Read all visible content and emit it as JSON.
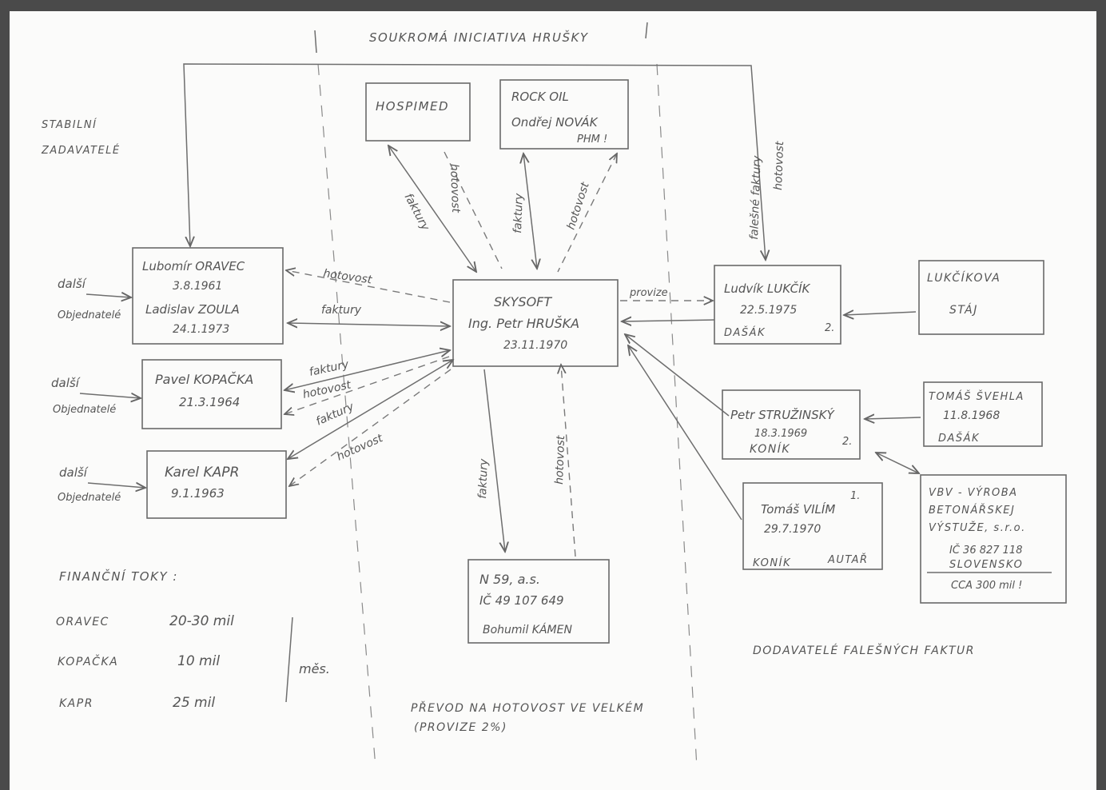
{
  "header": {
    "title": "SOUKROMÁ INICIATIVA HRUŠKY"
  },
  "stable_clients": {
    "line1": "STABILNÍ",
    "line2": "ZADAVATELÉ"
  },
  "suppliers_top": {
    "hospimed": "HOSPIMED",
    "rock_oil": {
      "line1": "ROCK OIL",
      "line2": "Ondřej NOVÁK",
      "line3": "PHM !"
    }
  },
  "center": {
    "line1": "SKYSOFT",
    "line2": "Ing. Petr HRUŠKA",
    "line3": "23.11.1970"
  },
  "left_boxes": {
    "oravec": {
      "line1": "Lubomír ORAVEC",
      "line2": "3.8.1961",
      "line3": "Ladislav ZOULA",
      "line4": "24.1.1973"
    },
    "kopacka": {
      "line1": "Pavel KOPAČKA",
      "line2": "21.3.1964"
    },
    "kapr": {
      "line1": "Karel KAPR",
      "line2": "9.1.1963"
    }
  },
  "customers": {
    "dalsi": "další",
    "objednatele": "Objednatelé"
  },
  "flow_labels": {
    "faktury": "faktury",
    "hotovost": "hotovost",
    "provize": "provize",
    "falesne_faktury": "falešné faktury"
  },
  "right_boxes": {
    "lukcik": {
      "line1": "Ludvík LUKČÍK",
      "line2": "22.5.1975",
      "line3": "DAŠÁK",
      "num": "2."
    },
    "lukcikova_staj": {
      "line1": "LUKČÍKOVA",
      "line2": "STÁJ"
    },
    "struzinsky": {
      "line1": "Petr STRUŽINSKÝ",
      "line2": "18.3.1969",
      "line3": "KONÍK",
      "num": "2."
    },
    "svehla": {
      "line1": "TOMÁŠ ŠVEHLA",
      "line2": "11.8.1968",
      "line3": "DAŠÁK"
    },
    "vilim": {
      "num": "1.",
      "line1": "Tomáš VILÍM",
      "line2": "29.7.1970",
      "line3": "KONÍK",
      "line4": "AUTAŘ"
    },
    "vbv": {
      "line1": "VBV - VÝROBA",
      "line2": "BETONÁŘSKEJ",
      "line3": "VÝSTUŽE, s.r.o.",
      "line4": "IČ 36 827 118",
      "line5": "SLOVENSKO",
      "line6": "CCA 300 mil !"
    }
  },
  "n59": {
    "line1": "N 59, a.s.",
    "line2": "IČ 49 107 649",
    "line3": "Bohumil KÁMEN"
  },
  "financni_toky": {
    "title": "FINANČNÍ TOKY :",
    "rows": [
      {
        "name": "ORAVEC",
        "amount": "20-30 mil"
      },
      {
        "name": "KOPAČKA",
        "amount": "10 mil"
      },
      {
        "name": "KAPR",
        "amount": "25 mil"
      }
    ],
    "period": "měs."
  },
  "bottom_center": {
    "line1": "PŘEVOD NA HOTOVOST VE VELKÉM",
    "line2": "(PROVIZE 2%)"
  },
  "bottom_right": "DODAVATELÉ FALEŠNÝCH FAKTUR"
}
